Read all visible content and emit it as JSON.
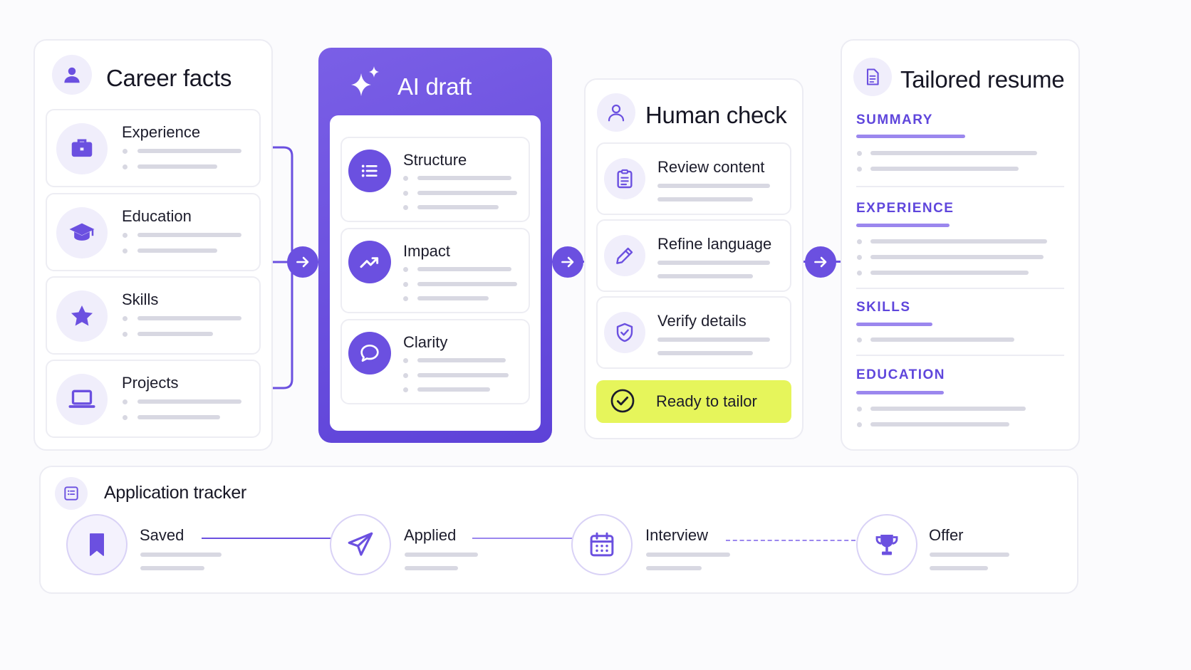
{
  "career_facts": {
    "title": "Career facts",
    "items": [
      {
        "label": "Experience",
        "icon": "briefcase-icon"
      },
      {
        "label": "Education",
        "icon": "graduation-cap-icon"
      },
      {
        "label": "Skills",
        "icon": "star-icon"
      },
      {
        "label": "Projects",
        "icon": "laptop-icon"
      }
    ]
  },
  "ai_draft": {
    "title": "AI draft",
    "items": [
      {
        "label": "Structure",
        "icon": "list-icon"
      },
      {
        "label": "Impact",
        "icon": "trend-up-icon"
      },
      {
        "label": "Clarity",
        "icon": "speech-bubble-icon"
      }
    ]
  },
  "human_check": {
    "title": "Human check",
    "items": [
      {
        "label": "Review content",
        "icon": "clipboard-icon"
      },
      {
        "label": "Refine language",
        "icon": "pencil-icon"
      },
      {
        "label": "Verify details",
        "icon": "shield-check-icon"
      }
    ],
    "ready_label": "Ready to tailor"
  },
  "tailored_resume": {
    "title": "Tailored resume",
    "sections": [
      "SUMMARY",
      "EXPERIENCE",
      "SKILLS",
      "EDUCATION"
    ]
  },
  "tracker": {
    "title": "Application tracker",
    "stages": [
      {
        "label": "Saved",
        "icon": "bookmark-icon"
      },
      {
        "label": "Applied",
        "icon": "paper-plane-icon"
      },
      {
        "label": "Interview",
        "icon": "calendar-icon"
      },
      {
        "label": "Offer",
        "icon": "trophy-icon"
      }
    ]
  },
  "colors": {
    "accent": "#6b50e0",
    "accent_light": "#9b87ee",
    "lavender": "#f0eefb",
    "ready_highlight": "#e6f55b"
  }
}
